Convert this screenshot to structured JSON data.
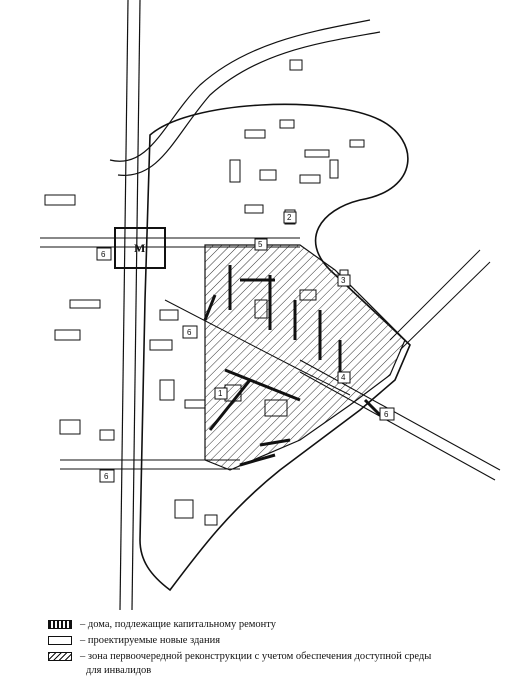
{
  "map": {
    "zone_markers": [
      "6",
      "6",
      "6",
      "6",
      "5",
      "1",
      "2",
      "3",
      "4"
    ],
    "metro_symbol": "М",
    "colors": {
      "ink": "#111111",
      "paper": "#ffffff",
      "hatch": "#333333"
    }
  },
  "legend": {
    "items": [
      {
        "icon": "hatched-building-swatch",
        "text": "– дома, подлежащие капитальному ремонту"
      },
      {
        "icon": "empty-box-swatch",
        "text": "– проектируемые новые здания"
      },
      {
        "icon": "diagonal-hatch-swatch",
        "text": "– зона первоочередной реконструкции с учетом обеспечения доступной среды",
        "text2": "для инвалидов"
      }
    ]
  }
}
